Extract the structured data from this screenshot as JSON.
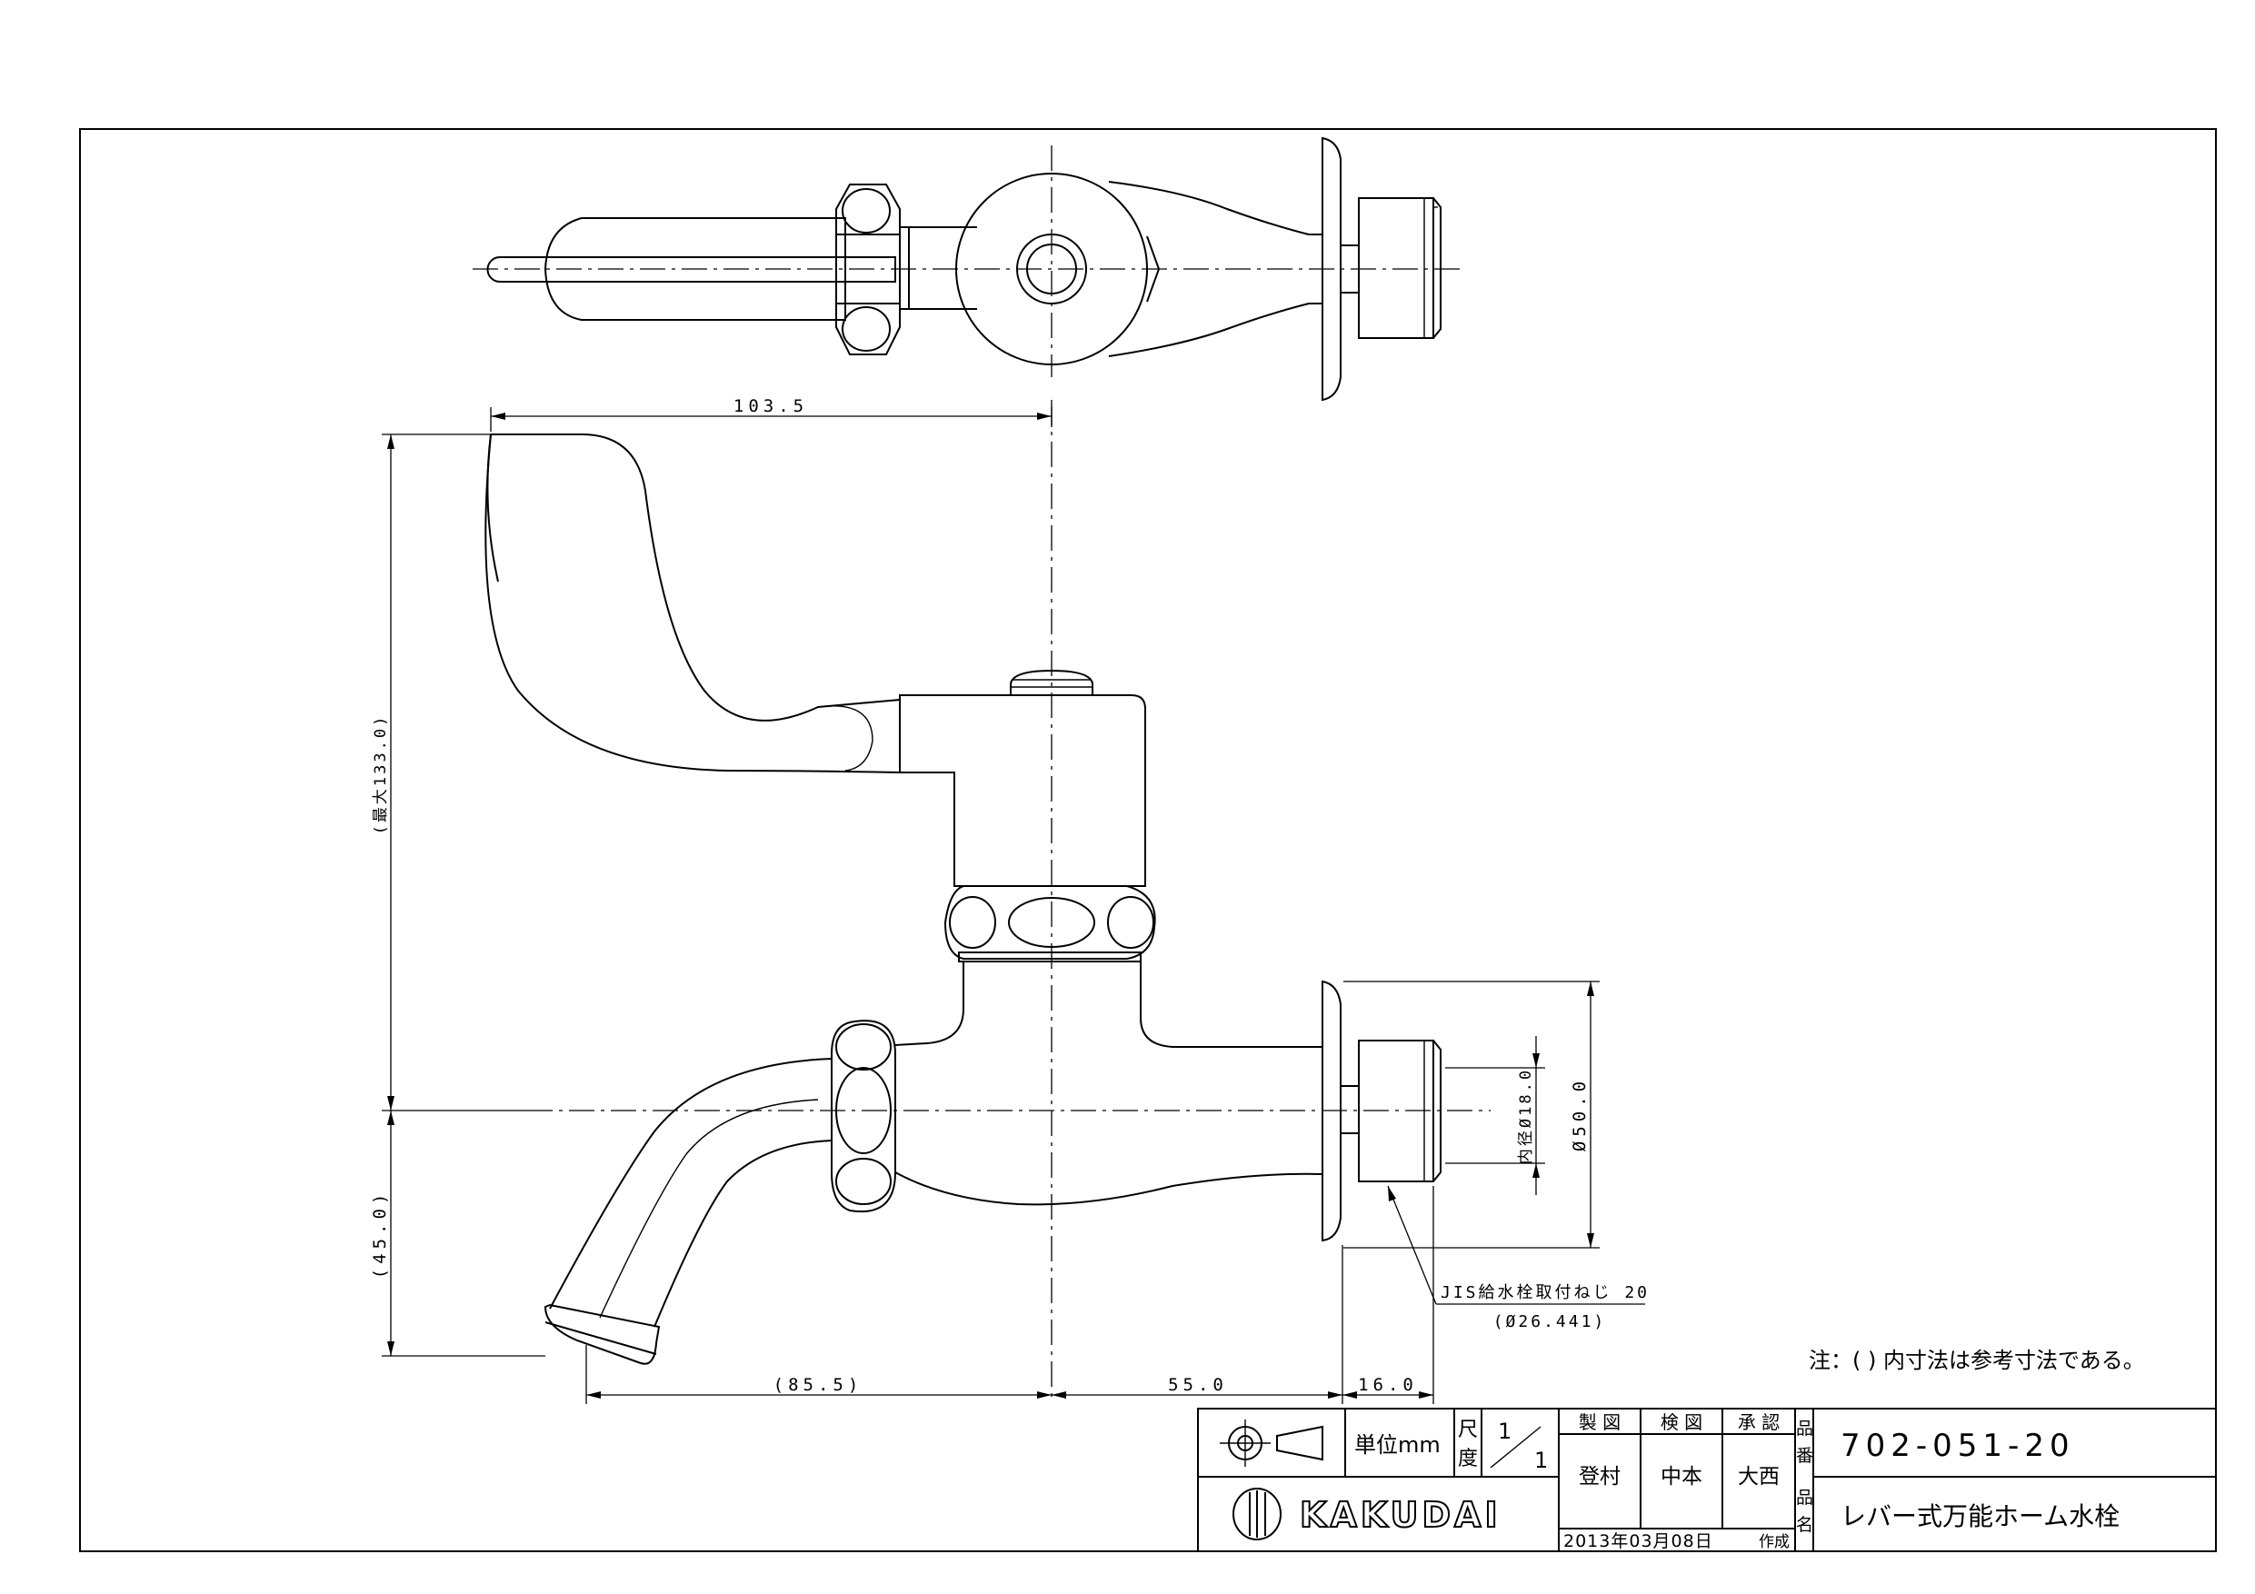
{
  "dimensions": {
    "top_width": "103.5",
    "max_height": "(最大133.0)",
    "spout_drop": "(45.0)",
    "spout_reach": "(85.5)",
    "wall_offset": "55.0",
    "thread_len": "16.0",
    "inner_dia": "内径Ø18.0",
    "flange_dia": "Ø50.0",
    "thread_note_1": "JIS給水栓取付ねじ 20",
    "thread_note_2": "(Ø26.441)"
  },
  "note": "注：(  ) 内寸法は参考寸法である。",
  "title_block": {
    "unit_label": "単位mm",
    "scale_label_1": "尺",
    "scale_label_2": "度",
    "scale_num": "1",
    "scale_den": "1",
    "drawn_label": "製 図",
    "checked_label": "検 図",
    "approved_label": "承 認",
    "drawn_by": "登村",
    "checked_by": "中本",
    "approved_by": "大西",
    "part_no_label_1": "品",
    "part_no_label_2": "番",
    "part_no": "702-051-20",
    "part_name_label_1": "品",
    "part_name_label_2": "名",
    "part_name": "レバー式万能ホーム水栓",
    "date": "2013年03月08日",
    "created_label": "作成",
    "logo_text": "KAKUDAI"
  }
}
